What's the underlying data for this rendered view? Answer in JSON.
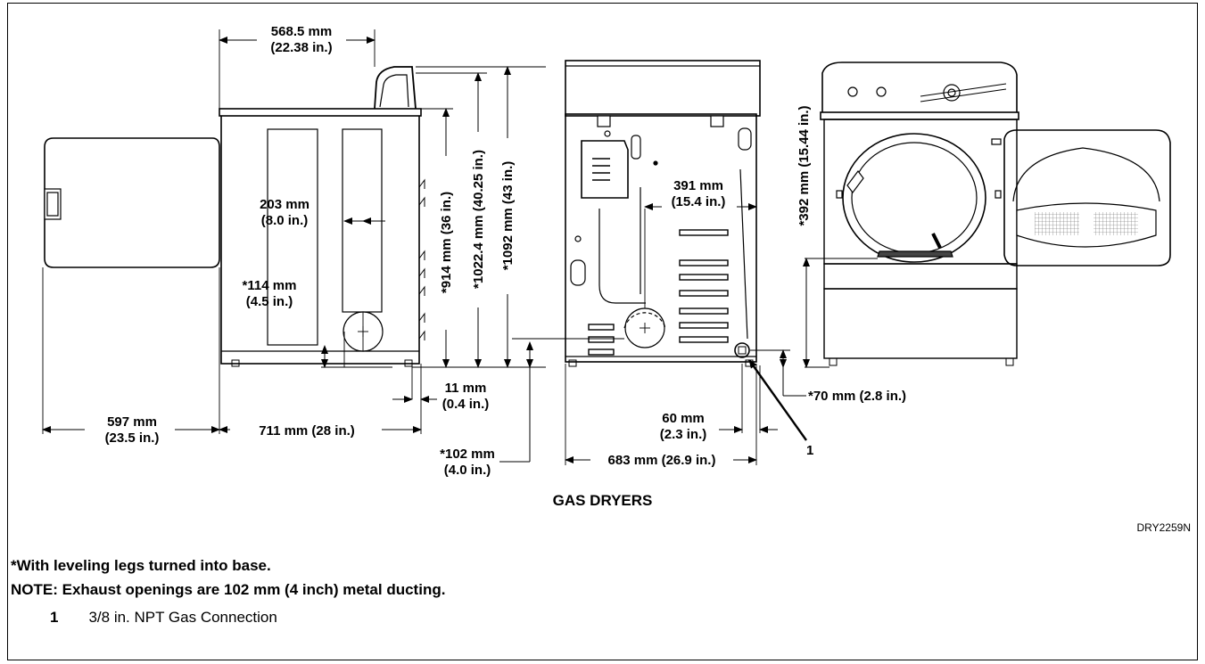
{
  "dimensions": {
    "door_w_mm": "597 mm",
    "door_w_in": "(23.5 in.)",
    "top_w_mm": "568.5 mm",
    "top_w_in": "(22.38 in.)",
    "depth": "711 mm (28 in.)",
    "side_exh_mm": "203 mm",
    "side_exh_in": "(8.0 in.)",
    "exh_h_mm": "*114 mm",
    "exh_h_in": "(4.5 in.)",
    "h914": "*914 mm (36 in.)",
    "h1022": "*1022.4 mm (40.25 in.)",
    "h1092": "*1092 mm (43 in.)",
    "offset_mm": "11 mm",
    "offset_in": "(0.4 in.)",
    "rear_exh_h_mm": "*102 mm",
    "rear_exh_h_in": "(4.0 in.)",
    "rear_exh_x_mm": "391 mm",
    "rear_exh_x_in": "(15.4 in.)",
    "gas_x_mm": "60 mm",
    "gas_x_in": "(2.3 in.)",
    "width": "683 mm (26.9 in.)",
    "gas_h": "*70 mm (2.8 in.)",
    "door_open_h": "*392 mm (15.44 in.)",
    "callout": "1"
  },
  "caption": "GAS DRYERS",
  "doc_id": "DRY2259N",
  "notes": [
    "*With leveling legs turned into base.",
    "NOTE: Exhaust openings are 102 mm (4 inch) metal ducting."
  ],
  "legend": [
    {
      "num": "1",
      "text": "3/8 in. NPT Gas Connection"
    }
  ]
}
